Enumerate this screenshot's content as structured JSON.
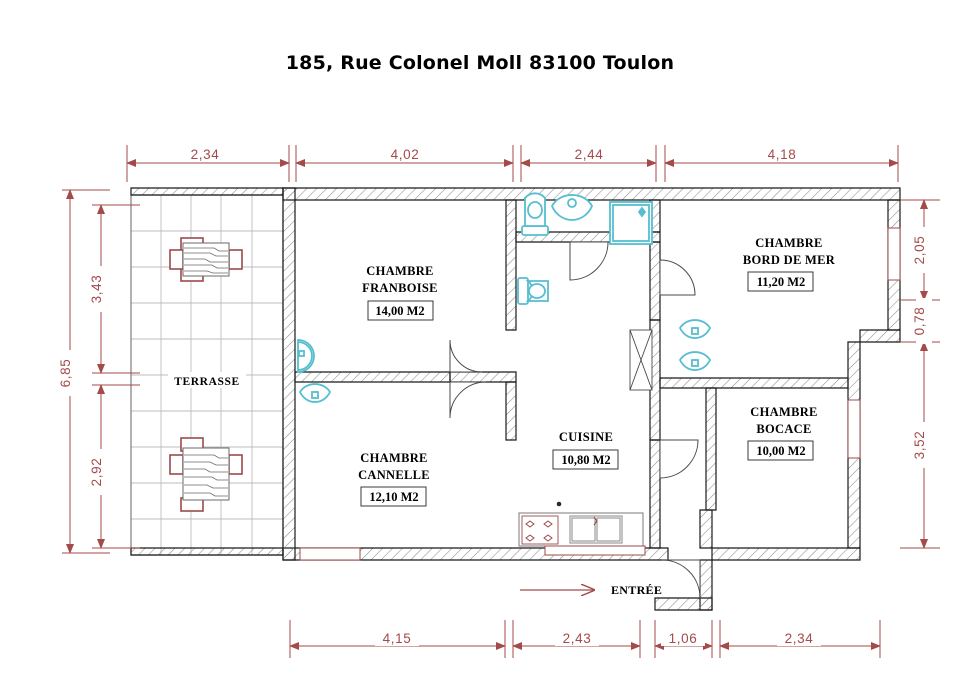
{
  "document": {
    "title": "185, Rue Colonel Moll 83100 Toulon",
    "type": "architectural-floor-plan",
    "units": "meters"
  },
  "colors": {
    "dimension_line": "#a44a4a",
    "wall_outline": "#1a1a1a",
    "wall_hatch": "#8a8a8a",
    "fixture_cyan": "#55bfd0",
    "furniture_red": "#9c4a4a",
    "tile_grid": "#b9b9b9",
    "text": "#000000"
  },
  "rooms": [
    {
      "key": "terrasse",
      "label_line1": "TERRASSE",
      "label_line2": "",
      "area": "",
      "has_area_box": false
    },
    {
      "key": "chambre_franboise",
      "label_line1": "CHAMBRE",
      "label_line2": "FRANBOISE",
      "area": "14,00 M2",
      "has_area_box": true
    },
    {
      "key": "chambre_cannelle",
      "label_line1": "CHAMBRE",
      "label_line2": "CANNELLE",
      "area": "12,10 M2",
      "has_area_box": true
    },
    {
      "key": "cuisine",
      "label_line1": "CUISINE",
      "label_line2": "",
      "area": "10,80 M2",
      "has_area_box": true
    },
    {
      "key": "chambre_bord_de_mer",
      "label_line1": "CHAMBRE",
      "label_line2": "BORD DE MER",
      "area": "11,20 M2",
      "has_area_box": true
    },
    {
      "key": "chambre_bocace",
      "label_line1": "CHAMBRE",
      "label_line2": "BOCACE",
      "area": "10,00 M2",
      "has_area_box": true
    }
  ],
  "annotations": {
    "entree_label": "ENTRÉE"
  },
  "dimensions": {
    "top": [
      {
        "value": "2,34"
      },
      {
        "value": "4,02"
      },
      {
        "value": "2,44"
      },
      {
        "value": "4,18"
      }
    ],
    "bottom": [
      {
        "value": "4,15"
      },
      {
        "value": "2,43"
      },
      {
        "value": "1,06"
      },
      {
        "value": "2,34"
      }
    ],
    "left_outer": [
      {
        "value": "6,85"
      }
    ],
    "left_inner": [
      {
        "value": "3,43"
      },
      {
        "value": "2,92"
      }
    ],
    "right": [
      {
        "value": "2,05"
      },
      {
        "value": "0,78"
      },
      {
        "value": "3,52"
      }
    ]
  },
  "fixtures": [
    {
      "name": "dining-table-upper",
      "type": "table"
    },
    {
      "name": "dining-table-lower",
      "type": "table"
    },
    {
      "name": "sink-bathroom-upper-left",
      "type": "sink"
    },
    {
      "name": "sink-bathroom-lower-left",
      "type": "sink"
    },
    {
      "name": "sink-bathroom-center-top",
      "type": "sink"
    },
    {
      "name": "toilet-center-upper",
      "type": "toilet"
    },
    {
      "name": "toilet-center-lower",
      "type": "toilet"
    },
    {
      "name": "shower-center",
      "type": "shower"
    },
    {
      "name": "sink-right-upper",
      "type": "sink"
    },
    {
      "name": "sink-right-lower",
      "type": "sink"
    },
    {
      "name": "stove-kitchen",
      "type": "stove"
    },
    {
      "name": "sink-kitchen",
      "type": "double-sink"
    }
  ]
}
